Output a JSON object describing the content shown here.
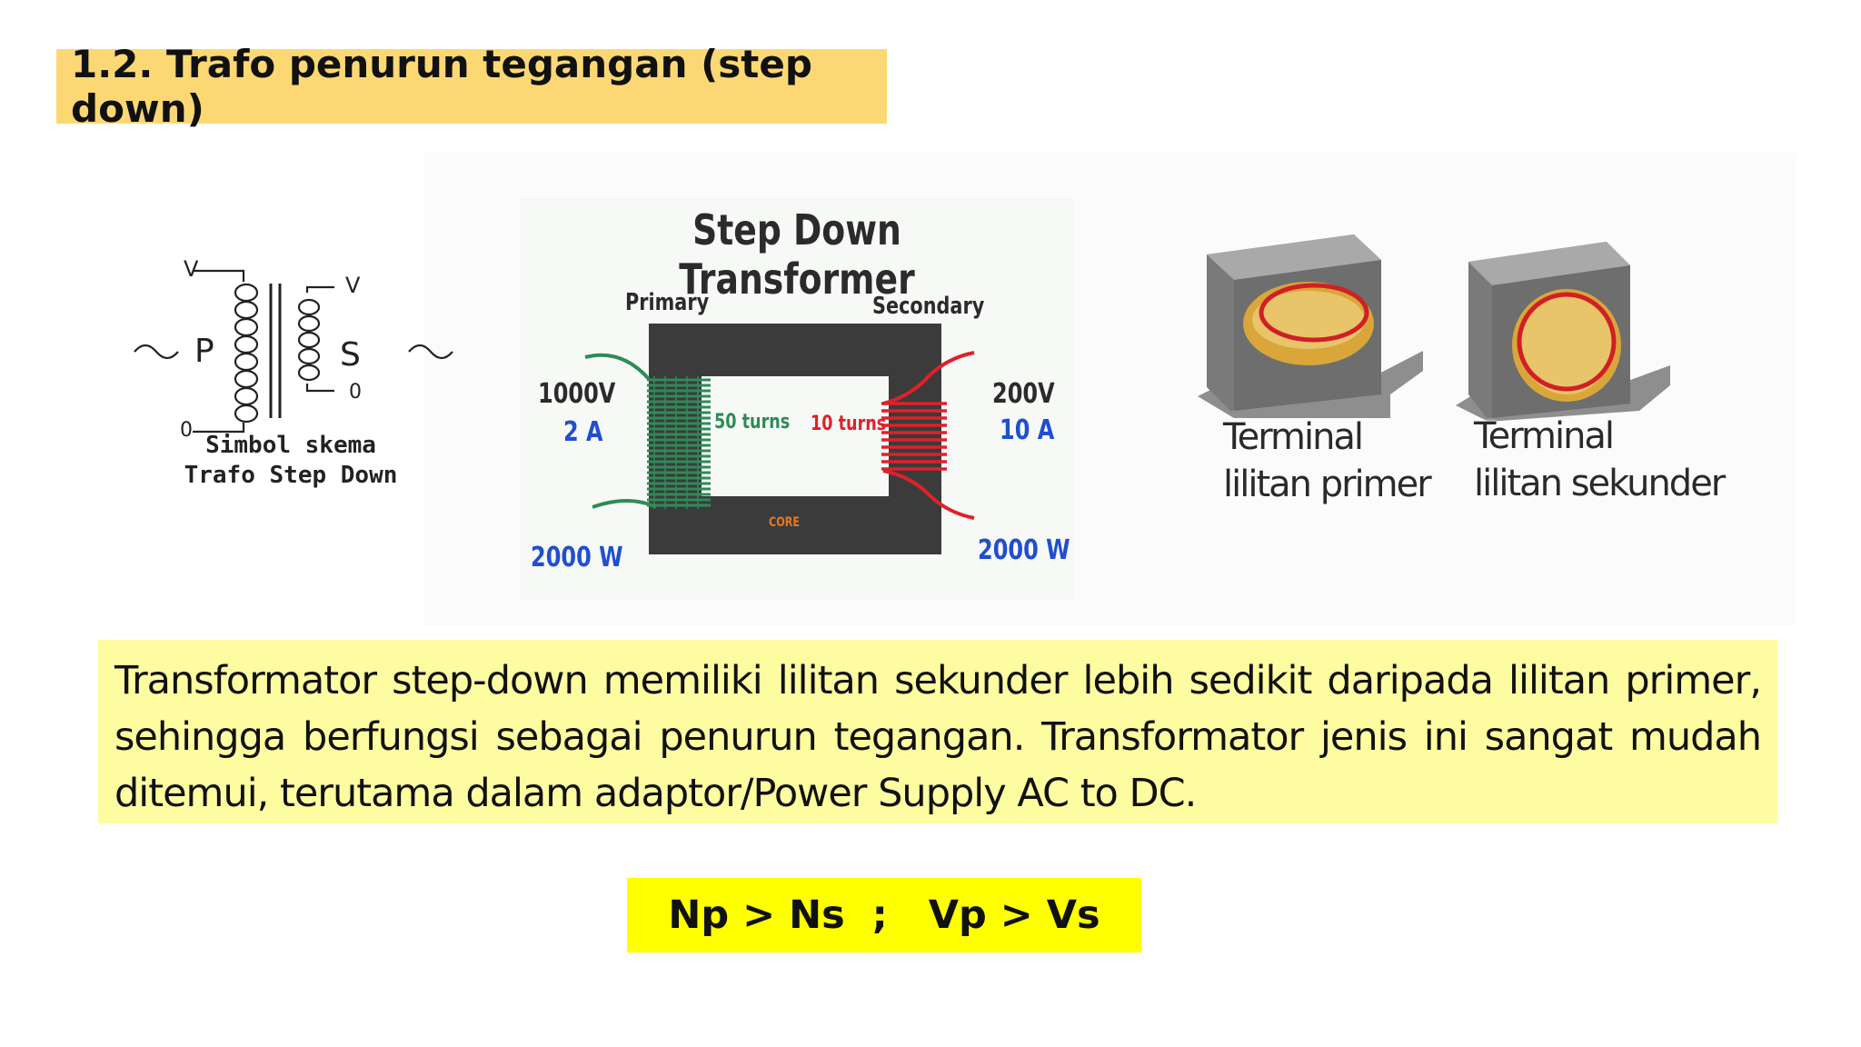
{
  "title": "1.2. Trafo penurun tegangan (step down)",
  "schema": {
    "caption_line1": "Simbol skema",
    "caption_line2": "Trafo Step Down",
    "label_v_primary": "V",
    "label_v_secondary": "V",
    "label_p": "P",
    "label_s": "S",
    "label_0_primary": "0",
    "label_0_secondary": "0"
  },
  "step_down_diagram": {
    "title": "Step Down Transformer",
    "primary_label": "Primary",
    "secondary_label": "Secondary",
    "primary_voltage": "1000V",
    "primary_current": "2 A",
    "primary_power": "2000 W",
    "primary_turns": "50 turns",
    "secondary_voltage": "200V",
    "secondary_current": "10 A",
    "secondary_power": "2000 W",
    "secondary_turns": "10 turns",
    "core_label": "CORE",
    "colors": {
      "core": "#3b3b3b",
      "primary_coil": "#2e8b57",
      "secondary_coil": "#e0202a",
      "blue_text": "#1f4fcf"
    }
  },
  "photo_captions": {
    "primary_line1": "Terminal",
    "primary_line2": "lilitan primer",
    "secondary_line1": "Terminal",
    "secondary_line2": "lilitan sekunder"
  },
  "description": "Transformator step-down memiliki lilitan sekunder lebih sedikit daripada lilitan primer, sehingga berfungsi sebagai penurun tegangan. Transformator jenis ini sangat mudah ditemui, terutama dalam adaptor/Power Supply  AC to DC.",
  "formula": "Np > Ns  ;   Vp > Vs"
}
